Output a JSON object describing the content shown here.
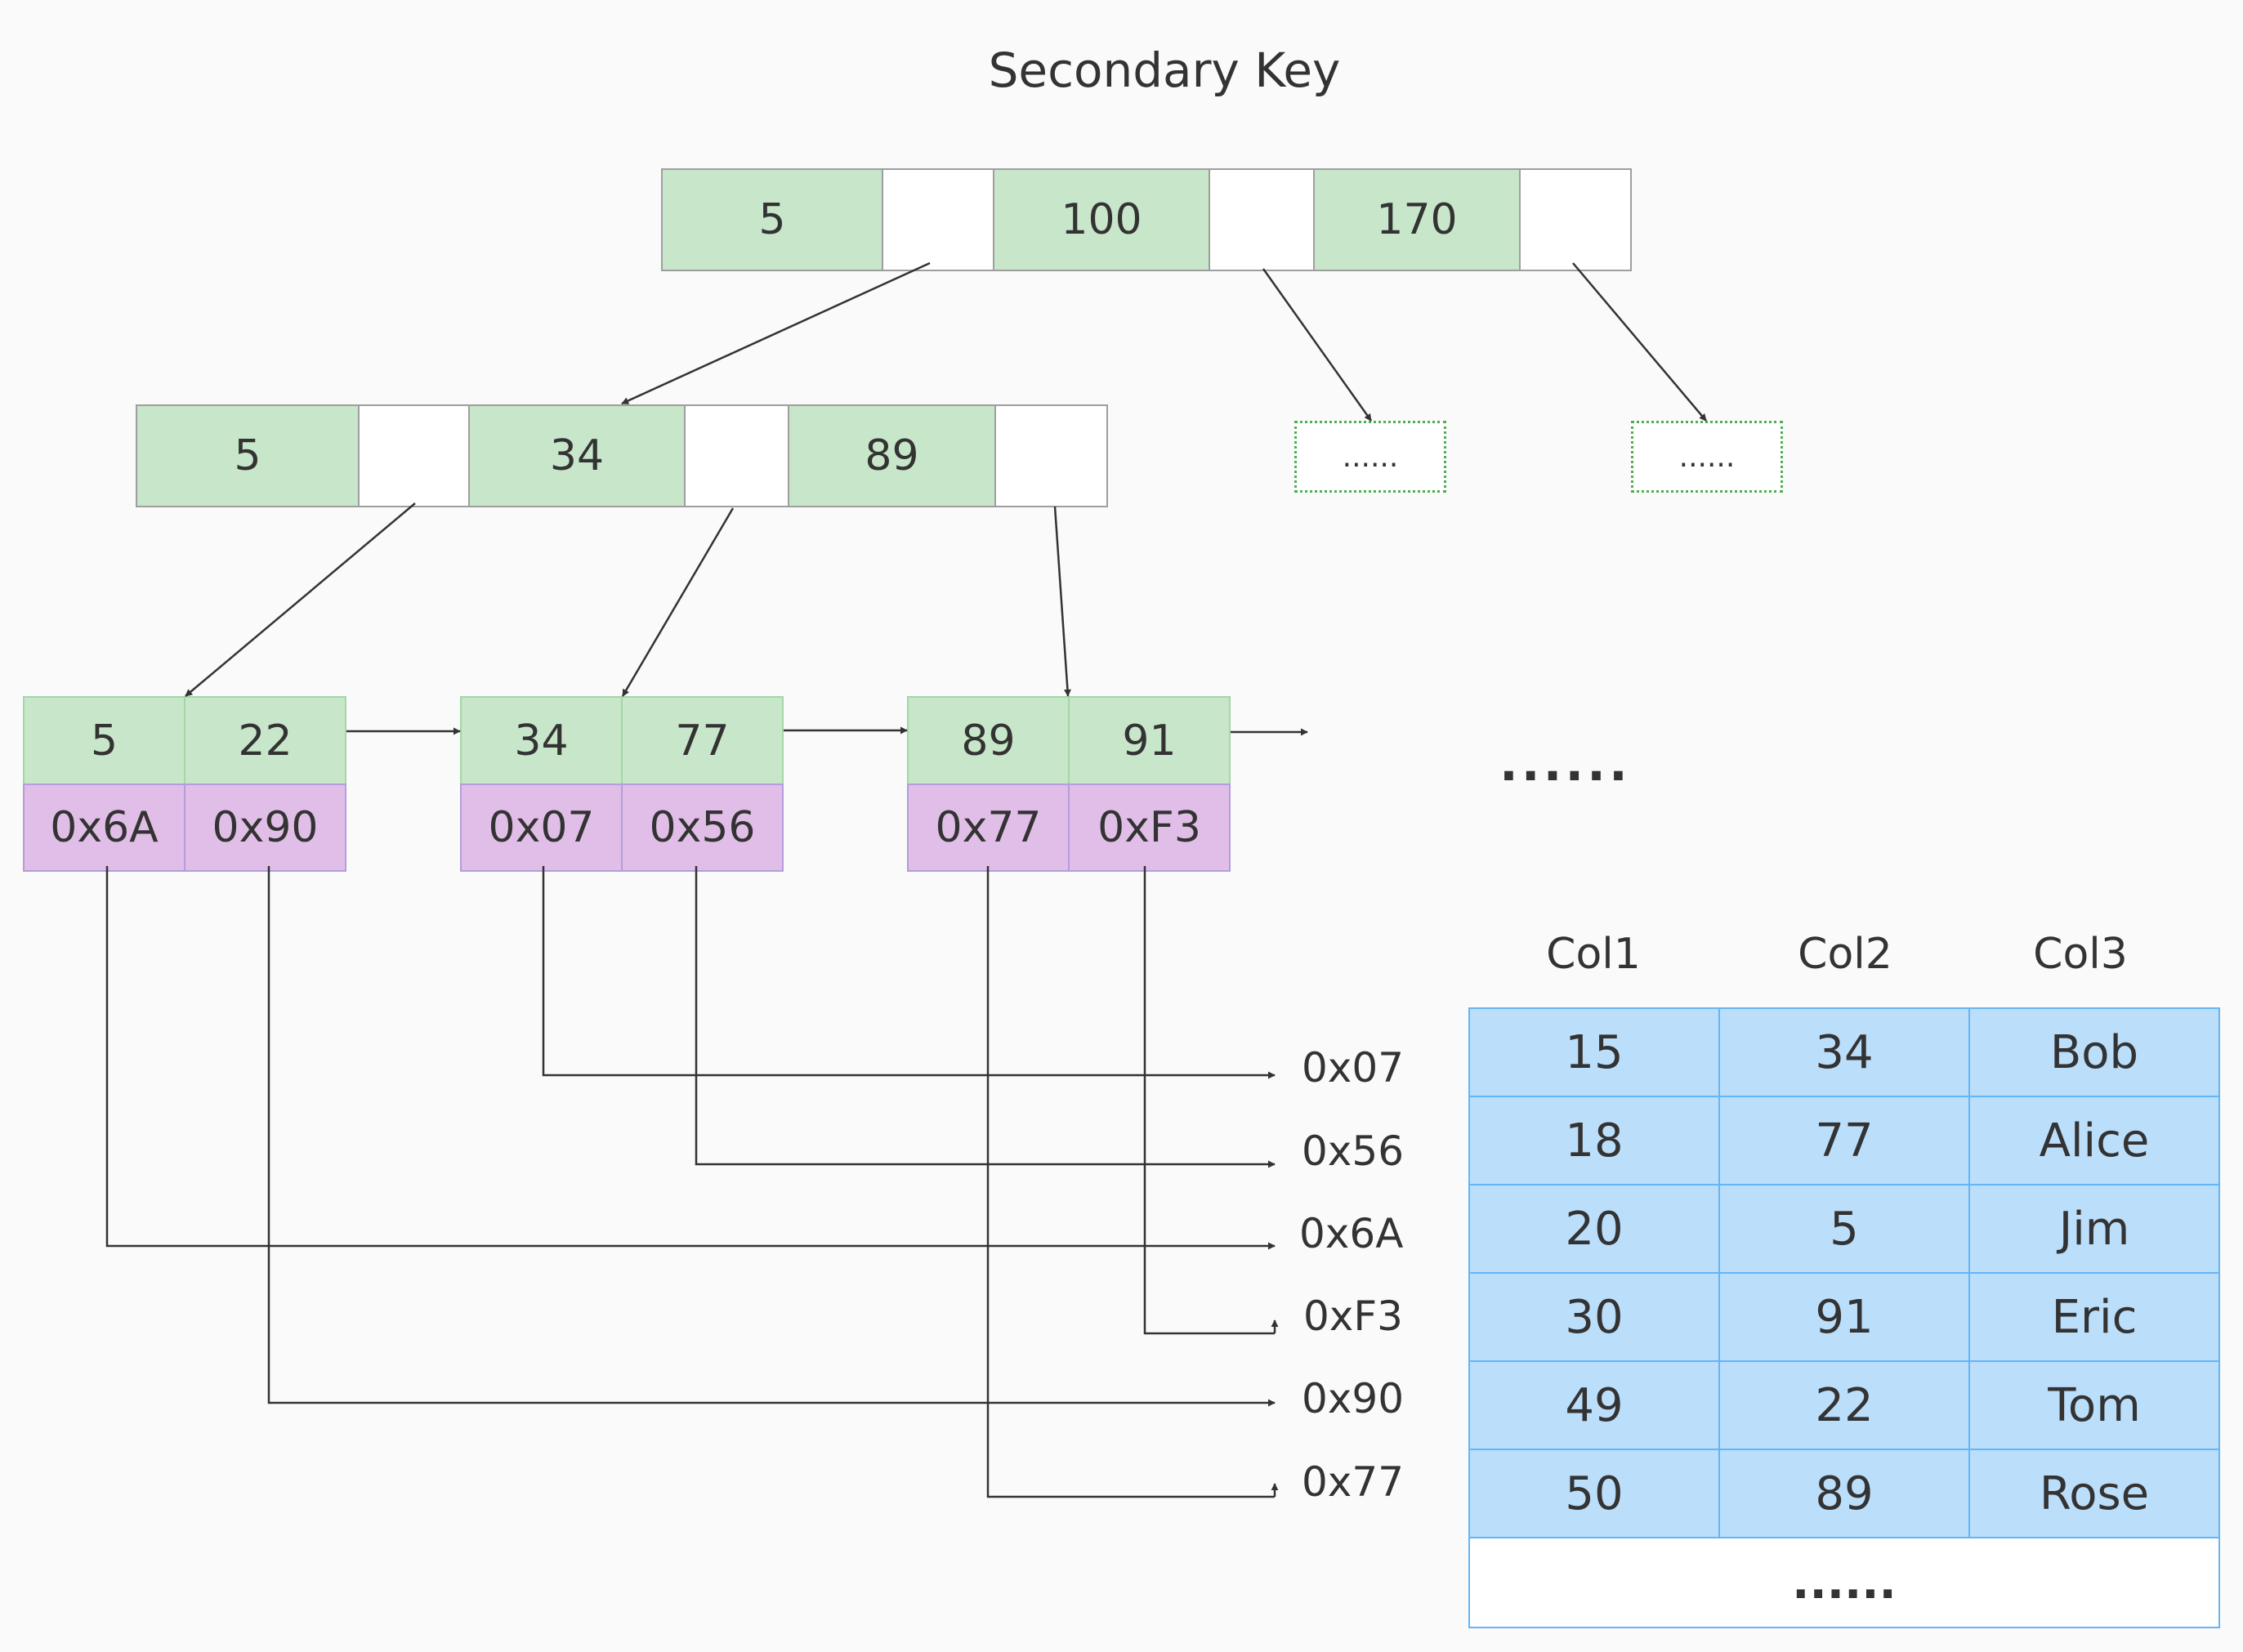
{
  "title": "Secondary Key",
  "root_node": {
    "keys": [
      "5",
      "100",
      "170"
    ]
  },
  "inner_node": {
    "keys": [
      "5",
      "34",
      "89"
    ]
  },
  "placeholder_nodes": [
    "......",
    "......"
  ],
  "leaves": [
    {
      "keys": [
        "5",
        "22"
      ],
      "addrs": [
        "0x6A",
        "0x90"
      ]
    },
    {
      "keys": [
        "34",
        "77"
      ],
      "addrs": [
        "0x07",
        "0x56"
      ]
    },
    {
      "keys": [
        "89",
        "91"
      ],
      "addrs": [
        "0x77",
        "0xF3"
      ]
    }
  ],
  "leaf_ellipsis": "......",
  "address_labels": [
    "0x07",
    "0x56",
    "0x6A",
    "0xF3",
    "0x90",
    "0x77"
  ],
  "table": {
    "headers": [
      "Col1",
      "Col2",
      "Col3"
    ],
    "rows": [
      [
        "15",
        "34",
        "Bob"
      ],
      [
        "18",
        "77",
        "Alice"
      ],
      [
        "20",
        "5",
        "Jim"
      ],
      [
        "30",
        "91",
        "Eric"
      ],
      [
        "49",
        "22",
        "Tom"
      ],
      [
        "50",
        "89",
        "Rose"
      ]
    ],
    "footer": "......"
  },
  "colors": {
    "key_fill": "#c8e6c9",
    "address_fill": "#e1bee7",
    "table_fill": "#bbdefb",
    "placeholder_border": "#4caf50"
  }
}
